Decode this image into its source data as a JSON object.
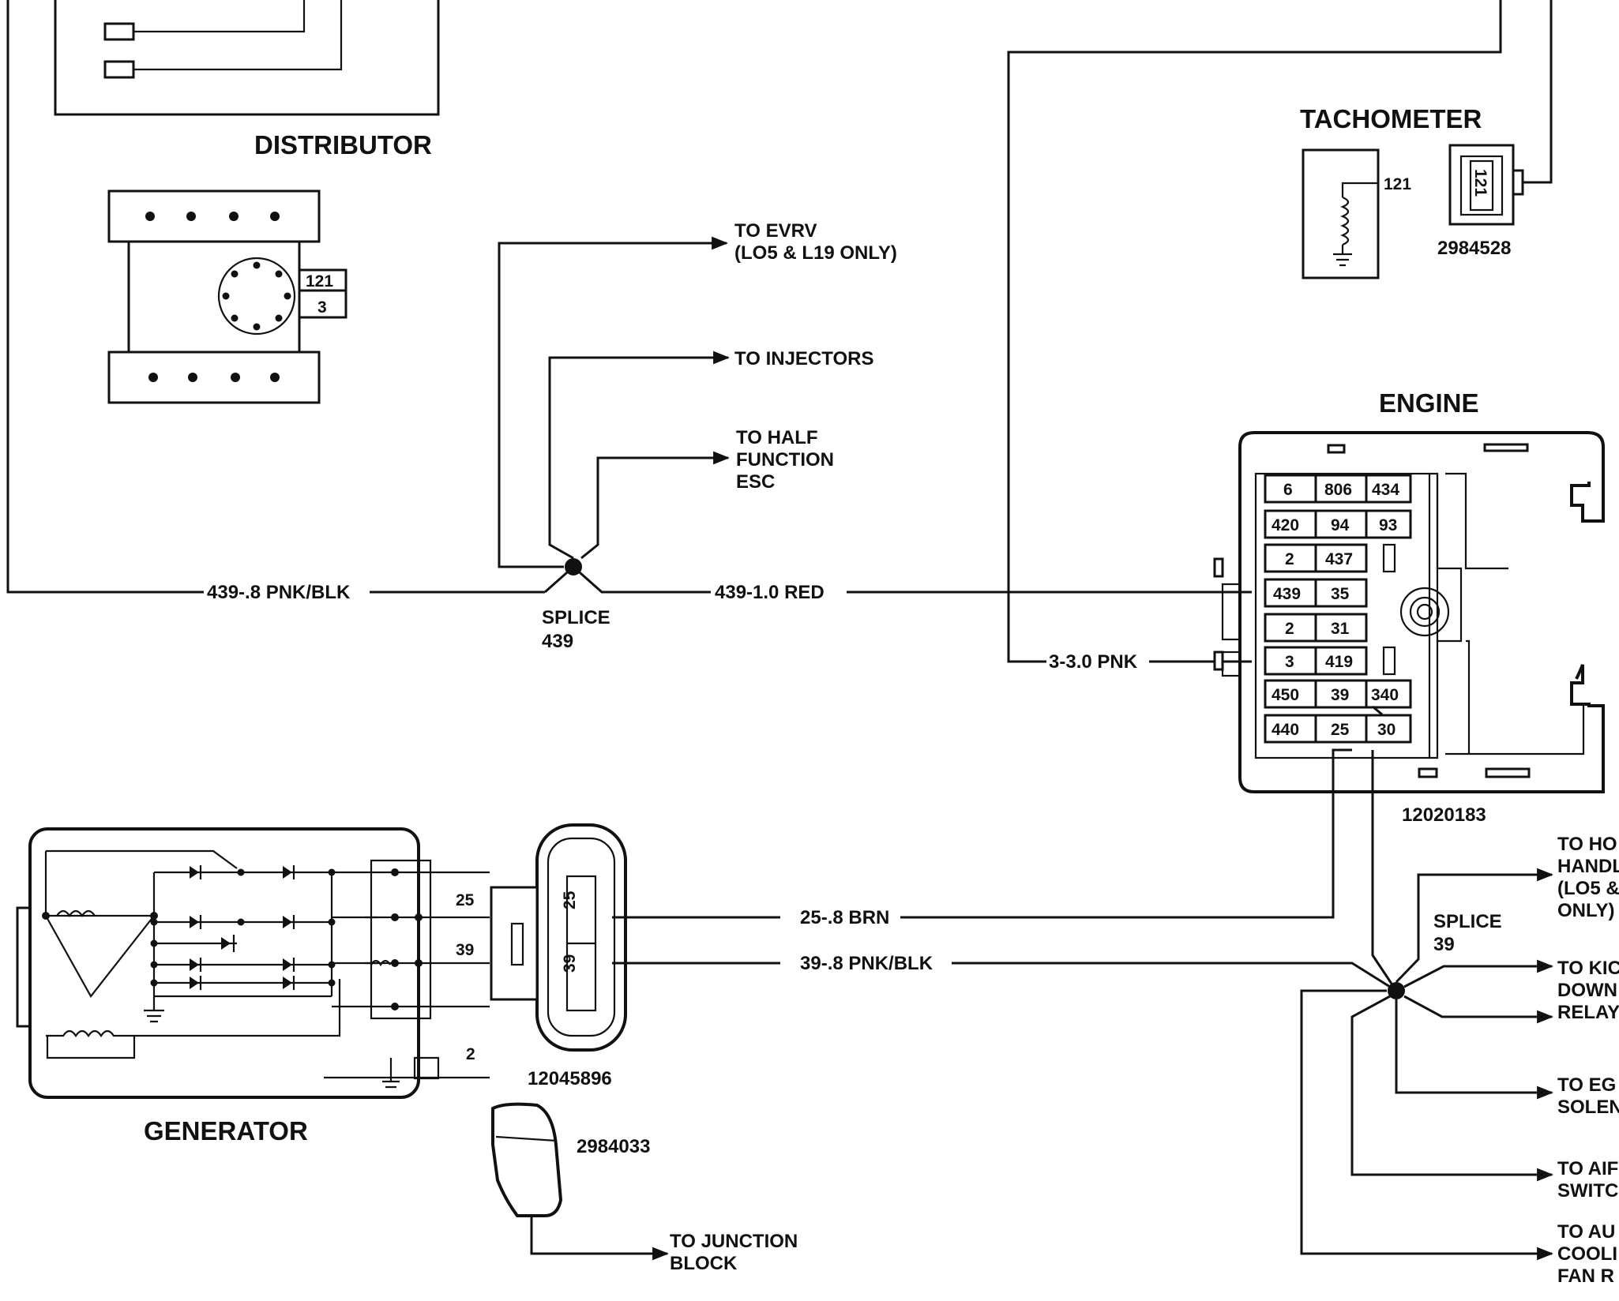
{
  "components": {
    "distributor": {
      "label": "DISTRIBUTOR",
      "pins": [
        "121",
        "3"
      ]
    },
    "tachometer": {
      "label": "TACHOMETER",
      "pin": "121",
      "part": "2984528"
    },
    "engine": {
      "label": "ENGINE",
      "part": "12020183",
      "cavities": [
        [
          "6",
          "806",
          "434"
        ],
        [
          "420",
          "94",
          "93"
        ],
        [
          "2",
          "437"
        ],
        [
          "439",
          "35"
        ],
        [
          "2",
          "31"
        ],
        [
          "3",
          "419"
        ],
        [
          "450",
          "39",
          "340"
        ],
        [
          "440",
          "25",
          "30"
        ]
      ]
    },
    "generator": {
      "label": "GENERATOR",
      "terminals": [
        "25",
        "39",
        "2"
      ]
    },
    "gen_connector": {
      "part": "12045896",
      "pins": [
        "25",
        "39"
      ]
    },
    "gen_cover": {
      "part": "2984033"
    }
  },
  "wires": {
    "w439a": "439-.8 PNK/BLK",
    "w439b": "439-1.0 RED",
    "w3": "3-3.0 PNK",
    "w25": "25-.8 BRN",
    "w39": "39-.8 PNK/BLK"
  },
  "splices": {
    "s439": {
      "line1": "SPLICE",
      "line2": "439"
    },
    "s39": {
      "line1": "SPLICE",
      "line2": "39"
    }
  },
  "destinations": {
    "evrv": {
      "line1": "TO EVRV",
      "line2": "(LO5 & L19 ONLY)"
    },
    "injectors": {
      "line1": "TO INJECTORS"
    },
    "half_esc": {
      "line1": "TO HALF",
      "line2": "FUNCTION",
      "line3": "ESC"
    },
    "junction": {
      "line1": "TO JUNCTION",
      "line2": "BLOCK"
    },
    "hot_handle": {
      "line1": "TO HO",
      "line2": "HANDL",
      "line3": "(LO5 &",
      "line4": "ONLY)"
    },
    "kickdown": {
      "line1": "TO KIC",
      "line2": "DOWN",
      "line3": "RELAY"
    },
    "egr": {
      "line1": "TO EG",
      "line2": "SOLEN"
    },
    "air": {
      "line1": "TO AIF",
      "line2": "SWITC"
    },
    "fan": {
      "line1": "TO AU",
      "line2": "COOLI",
      "line3": "FAN R"
    }
  },
  "colors": {
    "ink": "#111111",
    "paper": "#ffffff"
  }
}
